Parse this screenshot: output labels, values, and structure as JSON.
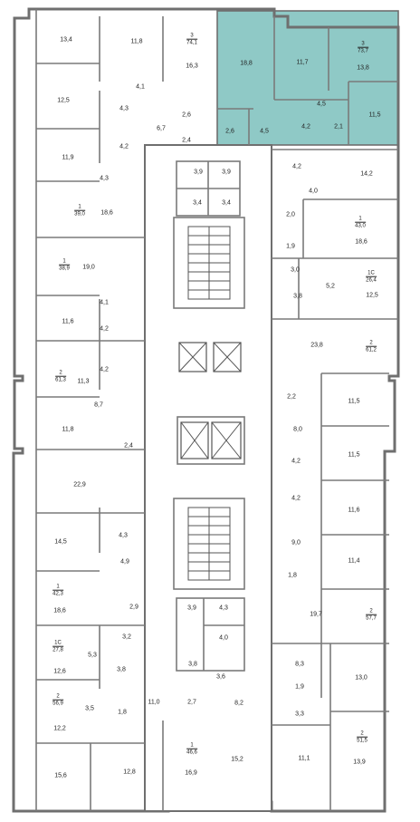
{
  "plan": {
    "highlight_color": "#8fc9c6",
    "room_areas": {
      "a13_4": "13,4",
      "a11_8a": "11,8",
      "a16_3": "16,3",
      "a18_8": "18,8",
      "a11_7": "11,7",
      "a13_8": "13,8",
      "a4_1a": "4,1",
      "a4_3a": "4,3",
      "a12_5a": "12,5",
      "a4_2a": "4,2",
      "a6_7": "6,7",
      "a2_6a": "2,6",
      "a2_4a": "2,4",
      "a2_6b": "2,6",
      "a4_5a": "4,5",
      "a4_5b": "4,5",
      "a4_2b": "4,2",
      "a2_1": "2,1",
      "a11_5a": "11,5",
      "a11_9": "11,9",
      "a4_3b": "4,3",
      "a3_9a": "3,9",
      "a3_9b": "3,9",
      "a3_4a": "3,4",
      "a3_4b": "3,4",
      "a4_2c": "4,2",
      "a14_2": "14,2",
      "a4_0a": "4,0",
      "a18_6a": "18,6",
      "a2_0": "2,0",
      "a18_6b": "18,6",
      "a1_9a": "1,9",
      "a19_0": "19,0",
      "a3_0": "3,0",
      "a5_2": "5,2",
      "a12_5b": "12,5",
      "a3_8a": "3,8",
      "a4_1b": "4,1",
      "a11_6a": "11,6",
      "a4_2d": "4,2",
      "a23_8": "23,8",
      "a11_3": "11,3",
      "a4_2e": "4,2",
      "a2_2": "2,2",
      "a11_5b": "11,5",
      "a8_7": "8,7",
      "a8_0": "8,0",
      "a11_8b": "11,8",
      "a2_4b": "2,4",
      "a11_5c": "11,5",
      "a22_9": "22,9",
      "a4_2f": "4,2",
      "a4_2g": "4,2",
      "a11_6b": "11,6",
      "a14_5": "14,5",
      "a4_3c": "4,3",
      "a9_0": "9,0",
      "a4_9": "4,9",
      "a11_4": "11,4",
      "a1_8": "1,8",
      "a18_6c": "18,6",
      "a2_9": "2,9",
      "a3_9c": "3,9",
      "a4_3d": "4,3",
      "a19_7": "19,7",
      "a3_2": "3,2",
      "a4_0b": "4,0",
      "a5_3": "5,3",
      "a12_6": "12,6",
      "a3_8b": "3,8",
      "a3_8c": "3,8",
      "a3_6": "3,6",
      "a8_3": "8,3",
      "a13_0": "13,0",
      "a1_9b": "1,9",
      "a3_5": "3,5",
      "a1_8b": "1,8",
      "a11_0": "11,0",
      "a2_7": "2,7",
      "a8_2": "8,2",
      "a3_3": "3,3",
      "a12_2": "12,2",
      "a15_2": "15,2",
      "a11_1": "11,1",
      "a13_9": "13,9",
      "a15_6": "15,6",
      "a12_8": "12,8",
      "a16_9": "16,9"
    },
    "apartments": {
      "u1": {
        "rooms": "3",
        "area": "74,1"
      },
      "u2": {
        "rooms": "3",
        "area": "73,7"
      },
      "u3": {
        "rooms": "1",
        "area": "39,0"
      },
      "u4": {
        "rooms": "1",
        "area": "43,0"
      },
      "u5": {
        "rooms": "1",
        "area": "38,9"
      },
      "u6": {
        "rooms": "1С",
        "area": "26,4"
      },
      "u7": {
        "rooms": "2",
        "area": "61,2"
      },
      "u8": {
        "rooms": "2",
        "area": "61,3"
      },
      "u9": {
        "rooms": "1",
        "area": "42,3"
      },
      "u10": {
        "rooms": "2",
        "area": "57,7"
      },
      "u11": {
        "rooms": "1С",
        "area": "27,8"
      },
      "u12": {
        "rooms": "2",
        "area": "56,9"
      },
      "u13": {
        "rooms": "2",
        "area": "51,5"
      },
      "u14": {
        "rooms": "1",
        "area": "46,6"
      }
    }
  }
}
